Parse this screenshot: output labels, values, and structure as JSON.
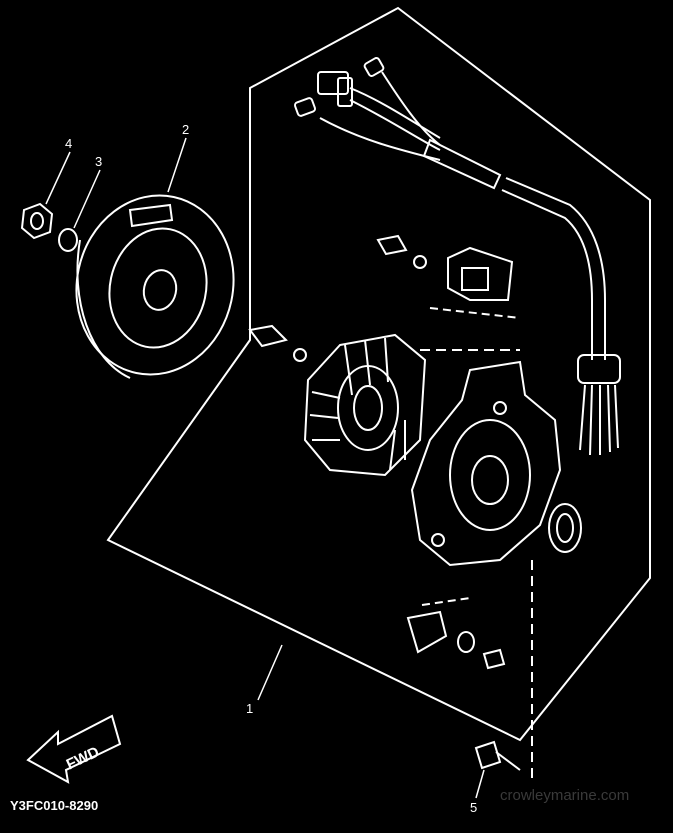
{
  "callouts": {
    "c1": "1",
    "c2": "2",
    "c3": "3",
    "c4": "4",
    "c5": "5"
  },
  "diagram_code": "Y3FC010-8290",
  "arrow_label": "FWD",
  "watermark": "crowleymarine.com",
  "colors": {
    "background": "#000000",
    "line": "#ffffff"
  },
  "icons": [
    "forward-arrow-icon"
  ]
}
